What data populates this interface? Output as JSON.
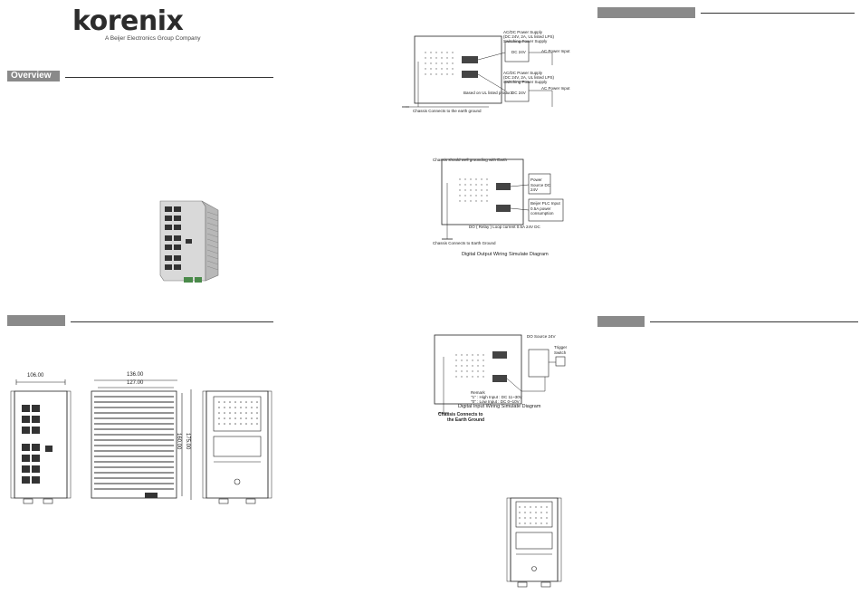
{
  "brand": {
    "name": "korenix",
    "tagline": "A Beijer Electronics Group Company"
  },
  "sections": {
    "overview": "Overview"
  },
  "dimensions": {
    "front_width": "106.00",
    "side_width_outer": "136.00",
    "side_width_inner": "127.00",
    "side_height_inner": "160.00",
    "side_height_outer": "175.00"
  },
  "power_diagram": {
    "psu1_title": "AC/DC Power Supply",
    "psu1_spec": "(DC 24V, 2A, UL listed LPS)",
    "psu1_type": "Switching Power Supply",
    "psu1_out": "DC 24V",
    "psu1_ac": "AC Power Input",
    "psu2_title": "AC/DC Power Supply",
    "psu2_spec": "(DC 24V, 2A, UL listed LPS)",
    "psu2_type": "Switching Power Supply",
    "psu2_out": "DC 24V",
    "psu2_ac": "AC Power Input",
    "redundant": "Based on UL listed product",
    "ground": "Chassis Connects to the earth ground"
  },
  "do_diagram": {
    "chassis_note": "Chassis should well grounding with Earth",
    "power_source": "Power Source DC 24V",
    "plc": "Beijer PLC Input 0.5A power consumption",
    "relay": "DO ( Relay ) Loop current 0.5A 24V DC",
    "ground": "Chassis Connects to Earth Ground",
    "caption": "Digital Output Wiring Simulate Diagram"
  },
  "di_diagram": {
    "do_source": "DO Source 24V",
    "trigger": "Trigger Switch",
    "remark": "Remark",
    "high": "\"1\" : High Input : DC 11~30V",
    "low": "\"0\" : Low Input : DC 0~10V",
    "caption": "Digital Input Wiring Simulate Diagram",
    "ground1": "Chassis Connects to",
    "ground2": "the Earth Ground"
  }
}
